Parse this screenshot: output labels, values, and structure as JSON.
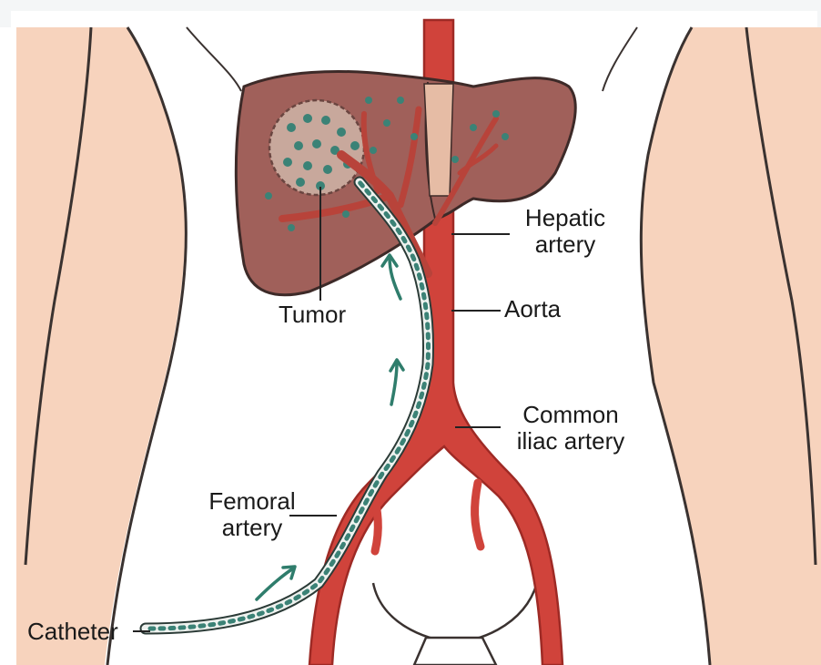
{
  "colors": {
    "skin": "#f7d3bd",
    "skin_outline": "#3a3230",
    "liver": "#a0605a",
    "liver_outline": "#3d2a28",
    "artery": "#d0433b",
    "artery_dark": "#9e2a25",
    "catheter": "#eef2ef",
    "particles": "#3b8276",
    "arrow": "#2f7d6c",
    "label_line": "#222222"
  },
  "labels": {
    "hepatic": [
      "Hepatic",
      "artery"
    ],
    "aorta": "Aorta",
    "iliac": [
      "Common",
      "iliac artery"
    ],
    "tumor": "Tumor",
    "femoral": [
      "Femoral",
      "artery"
    ],
    "catheter": "Catheter"
  }
}
